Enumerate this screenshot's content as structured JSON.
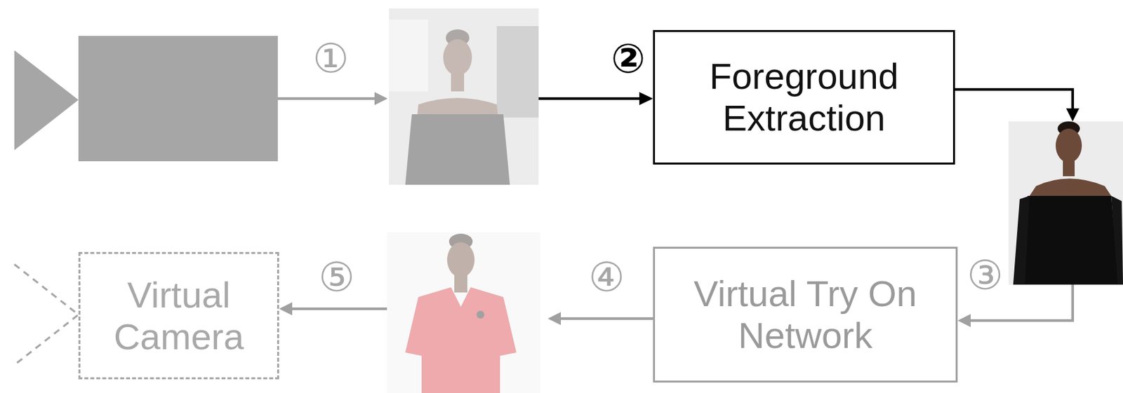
{
  "diagram": {
    "nodes": [
      {
        "text": [
          "Foreground Extraction"
        ]
      },
      {
        "text": [
          "Virtual Try On Network"
        ]
      },
      {
        "text": [
          "Virtual Camera"
        ]
      }
    ],
    "edges": [
      {
        "from": 0,
        "to": 1,
        "arrow": "to"
      },
      {
        "from": 1,
        "to": 2,
        "arrow": "to"
      }
    ],
    "labels": [
      "①",
      "②",
      "③",
      "④",
      "⑤"
    ]
  }
}
